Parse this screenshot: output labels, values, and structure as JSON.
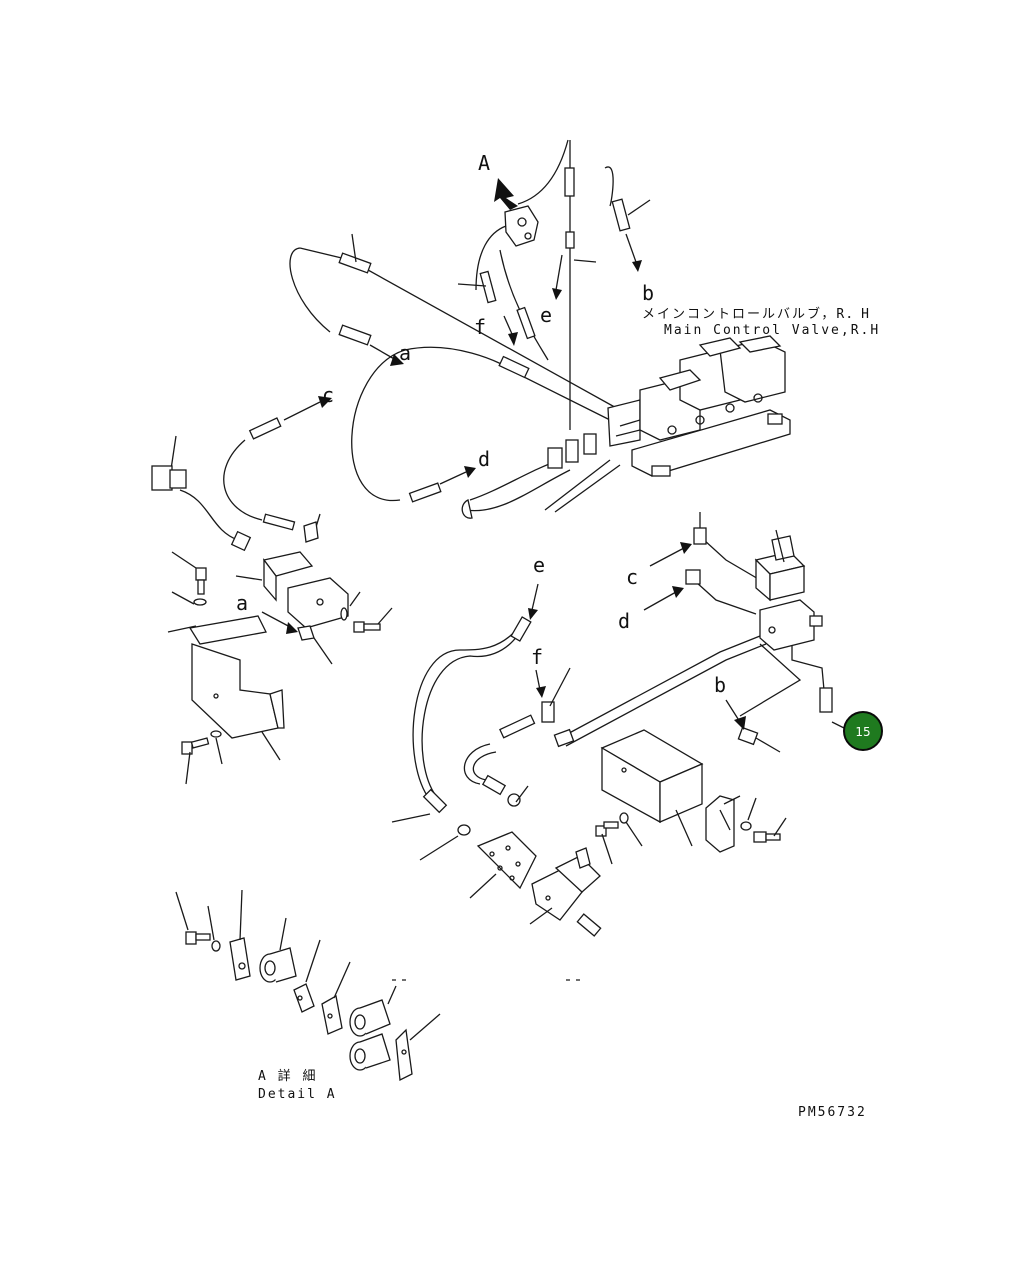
{
  "diagram": {
    "pointer_labels": {
      "a_top": "a",
      "b_top": "b",
      "c_top": "c",
      "d_top": "d",
      "e_top": "e",
      "f_top": "f",
      "a_left": "a",
      "b_right": "b",
      "c_right": "c",
      "d_right": "d",
      "e_mid": "e",
      "f_mid": "f"
    },
    "view_label": "A",
    "main_control_valve": {
      "jp": "メインコントロールバルブ，R．H",
      "en": "Main Control Valve,R.H"
    },
    "detail": {
      "jp": "A 詳 細",
      "en": "Detail A"
    },
    "drawing_number": "PM56732",
    "callout": {
      "number": "15",
      "color": "#1f7a1f"
    }
  }
}
